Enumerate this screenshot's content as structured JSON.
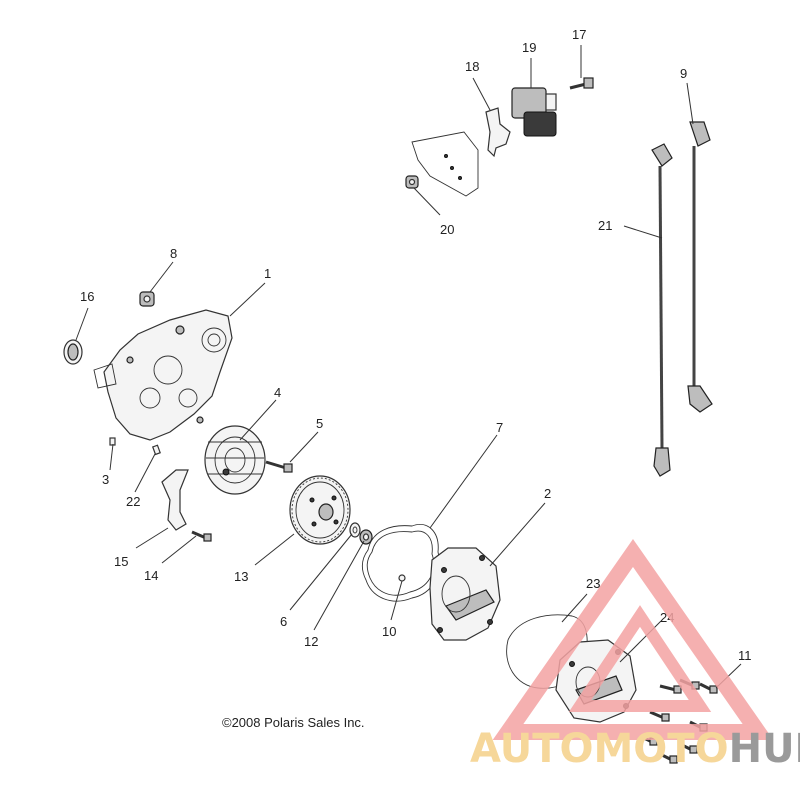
{
  "callouts": [
    {
      "id": "1",
      "text": "1"
    },
    {
      "id": "2",
      "text": "2"
    },
    {
      "id": "3",
      "text": "3"
    },
    {
      "id": "4",
      "text": "4"
    },
    {
      "id": "5",
      "text": "5"
    },
    {
      "id": "6",
      "text": "6"
    },
    {
      "id": "7",
      "text": "7"
    },
    {
      "id": "8",
      "text": "8"
    },
    {
      "id": "9",
      "text": "9"
    },
    {
      "id": "10",
      "text": "10"
    },
    {
      "id": "11",
      "text": "11"
    },
    {
      "id": "12",
      "text": "12"
    },
    {
      "id": "13",
      "text": "13"
    },
    {
      "id": "14",
      "text": "14"
    },
    {
      "id": "15",
      "text": "15"
    },
    {
      "id": "16",
      "text": "16"
    },
    {
      "id": "17",
      "text": "17"
    },
    {
      "id": "18",
      "text": "18"
    },
    {
      "id": "19",
      "text": "19"
    },
    {
      "id": "20",
      "text": "20"
    },
    {
      "id": "21",
      "text": "21"
    },
    {
      "id": "22",
      "text": "22"
    },
    {
      "id": "23",
      "text": "23"
    },
    {
      "id": "24",
      "text": "24"
    }
  ],
  "copyright": "©2008 Polaris Sales Inc.",
  "watermark": {
    "part1": "AUTOMOTO",
    "part2": "HUB",
    "color_primary": "#f4a3a3",
    "color_secondary": "#f6d79a",
    "color_tertiary": "#9a9a9a"
  }
}
